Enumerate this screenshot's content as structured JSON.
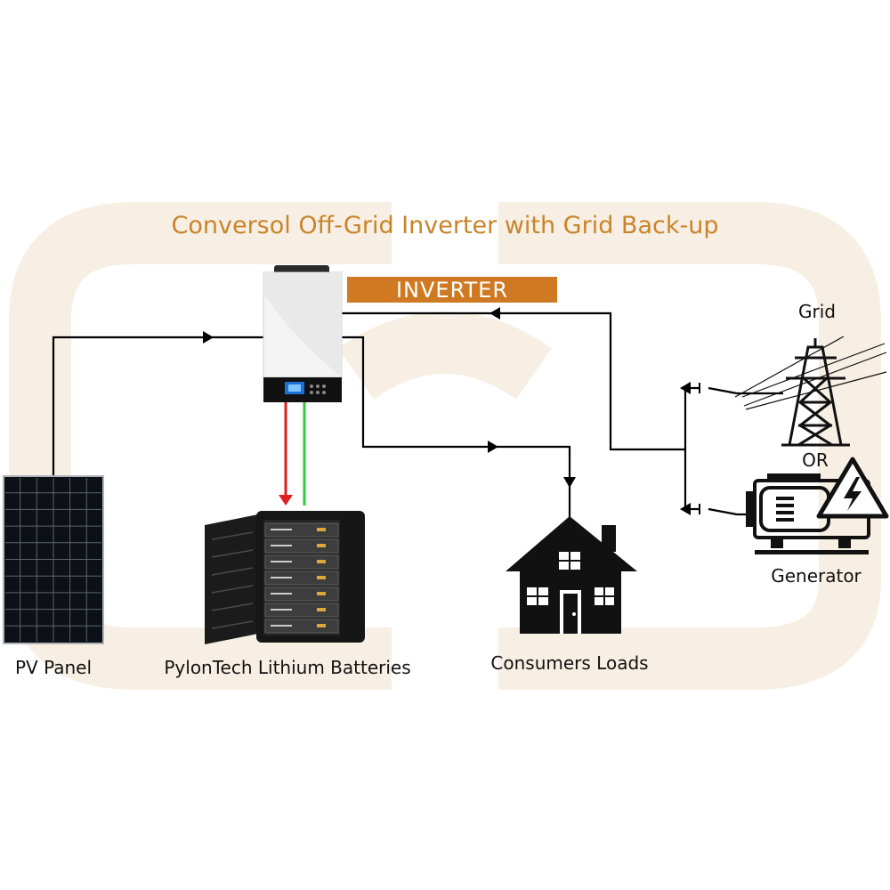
{
  "title": "Conversol Off-Grid Inverter with Grid Back-up",
  "inverter_label": "INVERTER",
  "labels": {
    "pv_panel": "PV Panel",
    "batteries": "PylonTech Lithium Batteries",
    "loads": "Consumers Loads",
    "grid": "Grid",
    "or": "OR",
    "generator": "Generator"
  },
  "colors": {
    "title": "#c8842a",
    "inverter_banner": "#cf7a22",
    "watermark": "#f8efe4",
    "wire": "#000000",
    "battery_charge_wire": "#e02020",
    "battery_discharge_wire": "#2ecc3a"
  },
  "icons": {
    "pv": "solar-panel-icon",
    "inverter": "inverter-unit-icon",
    "battery": "battery-cabinet-icon",
    "house": "house-icon",
    "grid": "power-tower-icon",
    "generator": "generator-icon",
    "warning": "high-voltage-warning-icon"
  }
}
